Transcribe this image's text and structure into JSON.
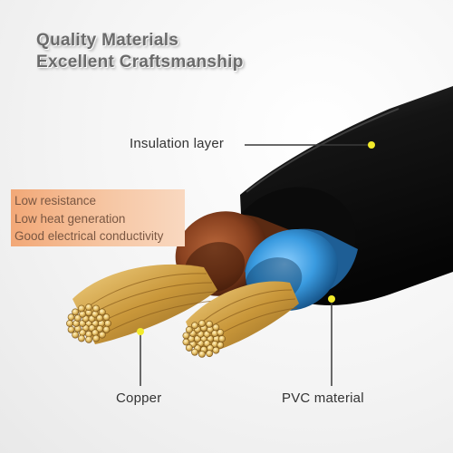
{
  "headline": {
    "line1": "Quality Materials",
    "line2": "Excellent Craftsmanship"
  },
  "features": [
    "Low resistance",
    "Low heat generation",
    "Good electrical conductivity"
  ],
  "labels": {
    "insulation": "Insulation layer",
    "copper": "Copper",
    "pvc": "PVC  material"
  },
  "colors": {
    "jacket": "#111111",
    "brown_insulation": "#7a3a1e",
    "blue_insulation": "#2f8fd6",
    "copper": "#c99a3e",
    "marker": "#f2ea2a",
    "feature_box": "#f3b186"
  }
}
